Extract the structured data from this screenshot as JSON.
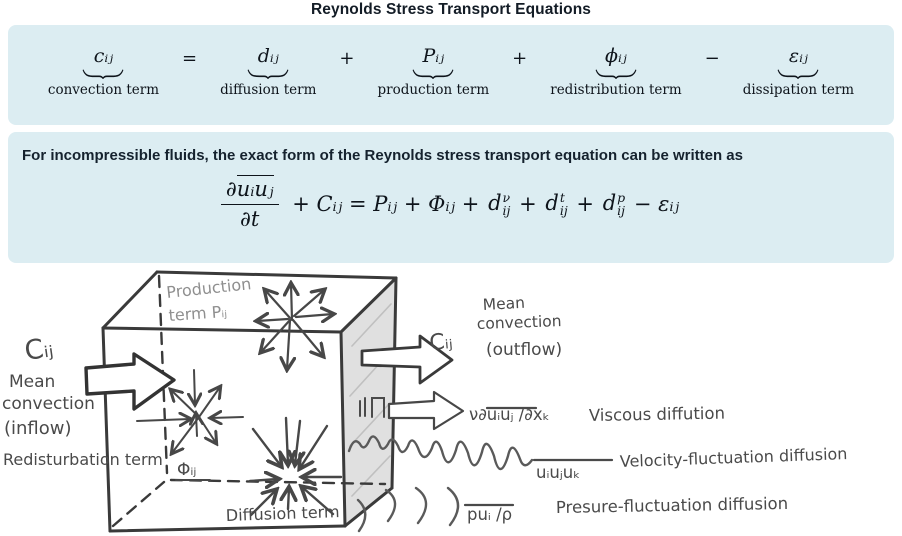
{
  "title": "Reynolds Stress Transport Equations",
  "colors": {
    "panel_bg": "#dcedf2",
    "heading_ink": "#131c26",
    "math_ink": "#0e141b",
    "pencil": "#4a4a4a",
    "pencil_light": "#8f8f8f",
    "cube_shading": "#dbdbdb"
  },
  "term_equation": {
    "terms": [
      {
        "symbol": "cᵢⱼ",
        "label": "convection term"
      },
      {
        "symbol": "dᵢⱼ",
        "label": "diffusion term"
      },
      {
        "symbol": "Pᵢⱼ",
        "label": "production term"
      },
      {
        "symbol": "ϕᵢⱼ",
        "label": "redistribution term"
      },
      {
        "symbol": "εᵢⱼ",
        "label": "dissipation term"
      }
    ],
    "operators": [
      "=",
      "+",
      "+",
      "−"
    ]
  },
  "formal_equation": {
    "intro": "For incompressible fluids, the exact form of the Reynolds stress transport equation can be written as",
    "numerator_prefix": "∂",
    "numerator_overlined": "uᵢuⱼ",
    "denominator": "∂t",
    "lhs_rest": "+ Cᵢⱼ = Pᵢⱼ + Φᵢⱼ +",
    "plus": "+",
    "d_terms": [
      {
        "base": "d",
        "sup": "ν",
        "sub": "ij"
      },
      {
        "base": "d",
        "sup": "t",
        "sub": "ij"
      },
      {
        "base": "d",
        "sup": "p",
        "sub": "ij"
      }
    ],
    "tail": "− εᵢⱼ"
  },
  "sketch": {
    "inflow_symbol": "Cᵢⱼ",
    "inflow_line1": "Mean",
    "inflow_line2": "convection",
    "inflow_line3": "(inflow)",
    "redistribution_label": "Redisturbation term",
    "redistribution_symbol": "Φᵢⱼ",
    "production_line1": "Production",
    "production_line2": "term Pᵢⱼ",
    "diffusion_label": "Diffusion term",
    "outflow_symbol": "Cᵢⱼ",
    "outflow_line1": "Mean",
    "outflow_line2": "convection",
    "outflow_line3": "(outflow)",
    "viscous_math": "ν∂uᵢuⱼ /∂xₖ",
    "viscous_label": "Viscous diffution",
    "velocity_math": "uᵢuⱼuₖ",
    "velocity_label": "Velocity-fluctuation diffusion",
    "pressure_math": "puᵢ /ρ",
    "pressure_label": "Presure-fluctuation diffusion"
  }
}
